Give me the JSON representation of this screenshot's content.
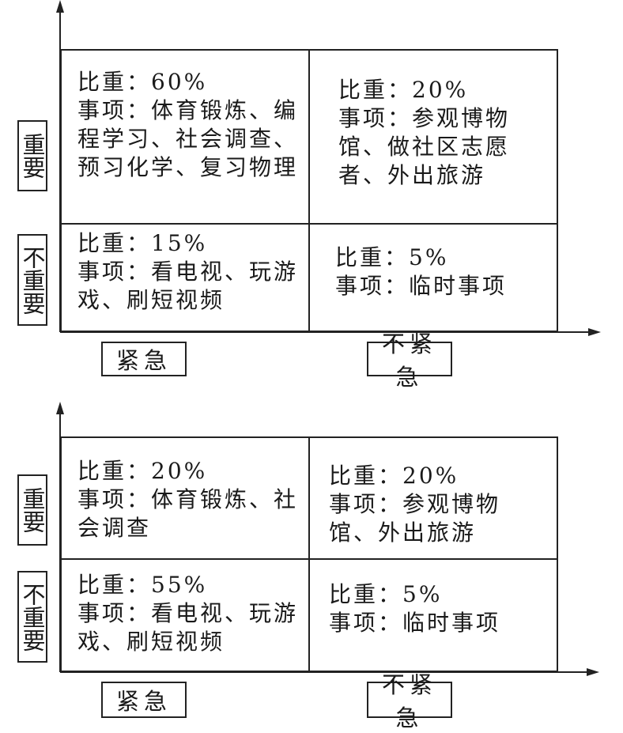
{
  "matrices": [
    {
      "y_labels": {
        "top": "重要",
        "bottom": "不重要"
      },
      "x_labels": {
        "left": "紧急",
        "right": "不紧急"
      },
      "cells": {
        "top_left": {
          "weight": "比重：60%",
          "items": "事项：体育锻炼、编程学习、社会调查、预习化学、复习物理"
        },
        "top_right": {
          "weight": "比重：20%",
          "items": "事项：参观博物馆、做社区志愿者、外出旅游"
        },
        "bottom_left": {
          "weight": "比重：15%",
          "items": "事项：看电视、玩游戏、刷短视频"
        },
        "bottom_right": {
          "weight": "比重：5%",
          "items": "事项：临时事项"
        }
      }
    },
    {
      "y_labels": {
        "top": "重要",
        "bottom": "不重要"
      },
      "x_labels": {
        "left": "紧急",
        "right": "不紧急"
      },
      "cells": {
        "top_left": {
          "weight": "比重：20%",
          "items": "事项：体育锻炼、社会调查"
        },
        "top_right": {
          "weight": "比重：20%",
          "items": "事项：参观博物馆、外出旅游"
        },
        "bottom_left": {
          "weight": "比重：55%",
          "items": "事项：看电视、玩游戏、刷短视频"
        },
        "bottom_right": {
          "weight": "比重：5%",
          "items": "事项：临时事项"
        }
      }
    }
  ]
}
